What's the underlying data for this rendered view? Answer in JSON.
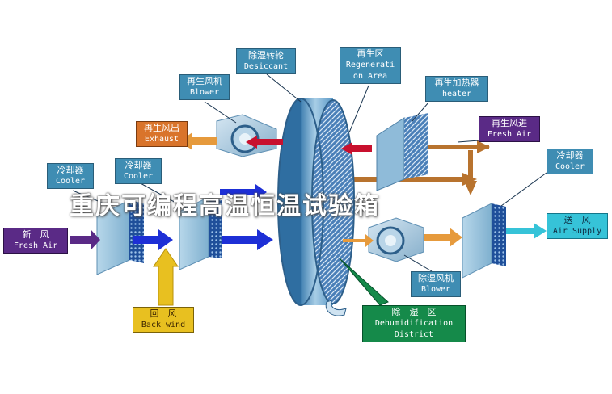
{
  "labels": {
    "desiccant": {
      "zh": "除湿转轮",
      "en": "Desiccant"
    },
    "regeneration_area": {
      "zh": "再生区",
      "en1": "Regenerati",
      "en2": "on Area"
    },
    "regen_blower": {
      "zh": "再生风机",
      "en": "Blower"
    },
    "regen_heater": {
      "zh": "再生加热器",
      "en": "heater"
    },
    "exhaust": {
      "zh": "再生风出",
      "en": "Exhaust"
    },
    "regen_fresh_air": {
      "zh": "再生风进",
      "en": "Fresh Air"
    },
    "cooler_left": {
      "zh": "冷却器",
      "en": "Cooler"
    },
    "cooler_mid": {
      "zh": "冷却器",
      "en": "Cooler"
    },
    "cooler_right": {
      "zh": "冷却器",
      "en": "Cooler"
    },
    "fresh_air_in": {
      "zh": "新　风",
      "en": "Fresh Air"
    },
    "air_supply": {
      "zh": "送　风",
      "en": "Air Supply"
    },
    "back_wind": {
      "zh": "回　风",
      "en": "Back wind"
    },
    "process_blower": {
      "zh": "除湿风机",
      "en": "Blower"
    },
    "dehumid_district": {
      "zh": "除　湿　区",
      "en1": "Dehumidification",
      "en2": "District"
    }
  },
  "watermark": "重庆可编程高温恒温试验箱",
  "colors": {
    "label_blue": "#3f8db3",
    "exhaust_orange": "#d9742b",
    "fresh_air_purple": "#5a2a86",
    "supply_cyan": "#36c3d8",
    "back_wind_yellow": "#e8c020",
    "dehumid_green": "#158a4a",
    "process_arrow_blue": "#1d2fd6",
    "regen_arrow_brown": "#b8732e",
    "hot_arrow_red": "#c8102e"
  }
}
